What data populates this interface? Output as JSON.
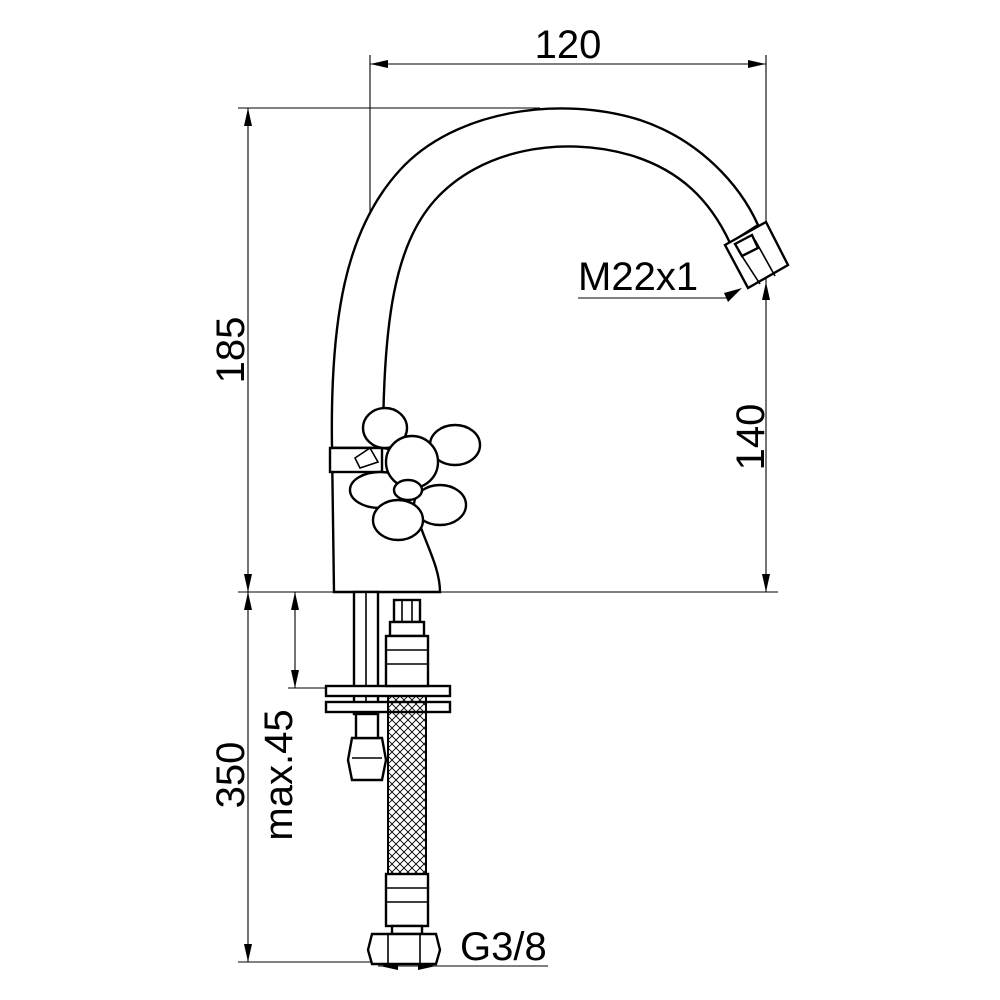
{
  "drawing": {
    "dimensions": {
      "width": "120",
      "height_total": "185",
      "spout_height": "140",
      "hose_length": "350",
      "max_mount": "max.45",
      "aerator_thread": "M22x1",
      "hose_thread": "G3/8"
    }
  }
}
